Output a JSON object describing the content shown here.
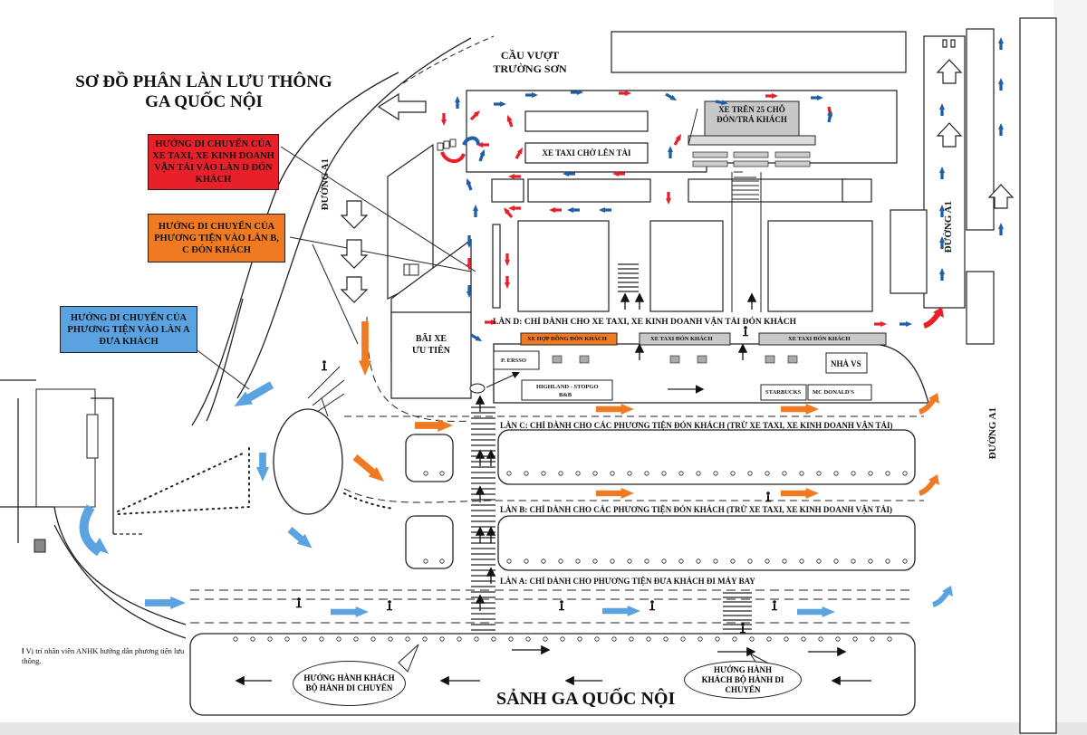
{
  "diagram": {
    "title_line1": "SƠ ĐỒ PHÂN LÀN LƯU THÔNG",
    "title_line2": "GA QUỐC NỘI",
    "overpass_line1": "CẦU VƯỢT",
    "overpass_line2": "TRƯỜNG SƠN",
    "road_a1": "ĐƯỜNG A1",
    "bus_box": "XE TRÊN 25 CHỖ ĐÓN/TRẢ KHÁCH",
    "taxi_wait": "XE TAXI CHỜ LÊN TÀI",
    "priority_parking_line1": "BÃI XE",
    "priority_parking_line2": "ƯU TIÊN",
    "terminal": "SẢNH GA QUỐC NỘI",
    "restroom": "NHÀ VS",
    "shops": {
      "p_erso": "P. ERSSO",
      "highland": "HIGHLAND - STOPGO",
      "bb": "B&B",
      "starbucks": "STARBUCKS",
      "mcdonalds": "MC DONALD'S"
    },
    "lane_d_signs": [
      "XE HỢP ĐỒNG ĐÓN KHÁCH",
      "XE TAXI ĐÓN KHÁCH",
      "XE TAXI ĐÓN KHÁCH"
    ],
    "lanes": {
      "d": "LÀN D: CHỈ DÀNH CHO XE TAXI, XE KINH DOANH VẬN TẢI ĐÓN KHÁCH",
      "c": "LÀN C: CHỈ DÀNH CHO CÁC PHƯƠNG TIỆN ĐÓN KHÁCH (TRỪ XE TAXI, XE KINH DOANH VẬN TẢI)",
      "b": "LÀN B: CHỈ DÀNH CHO CÁC PHƯƠNG TIỆN ĐÓN KHÁCH (TRỪ XE TAXI, XE KINH DOANH VẬN TẢI)",
      "a": "LÀN A: CHỈ DÀNH CHO PHƯƠNG TIỆN ĐƯA KHÁCH ĐI MÁY BAY"
    },
    "legends": {
      "red": "HƯỚNG DI CHUYỂN CỦA XE TAXI, XE KINH DOANH VẬN TẢI VÀO LÀN D ĐÓN KHÁCH",
      "orange": "HƯỚNG DI CHUYỂN CỦA PHƯƠNG TIỆN VÀO LÀN B, C ĐÓN KHÁCH",
      "blue": "HƯỚNG DI CHUYỂN CỦA PHƯƠNG TIỆN VÀO LÀN A ĐƯA KHÁCH"
    },
    "staff_note": "Vị trí nhân viên ANHK hướng dẫn phương tiện lưu thông.",
    "pedestrian_left": "HƯỚNG HÀNH KHÁCH BỘ HÀNH DI CHUYỂN",
    "pedestrian_right": "HƯỚNG HÀNH KHÁCH BỘ HÀNH DI CHUYỂN"
  },
  "colors": {
    "red": "#e8202a",
    "orange": "#f07a22",
    "blue": "#5ba3e0",
    "dark_blue": "#1f5fa8",
    "sign_gray": "#c8c8c8"
  }
}
